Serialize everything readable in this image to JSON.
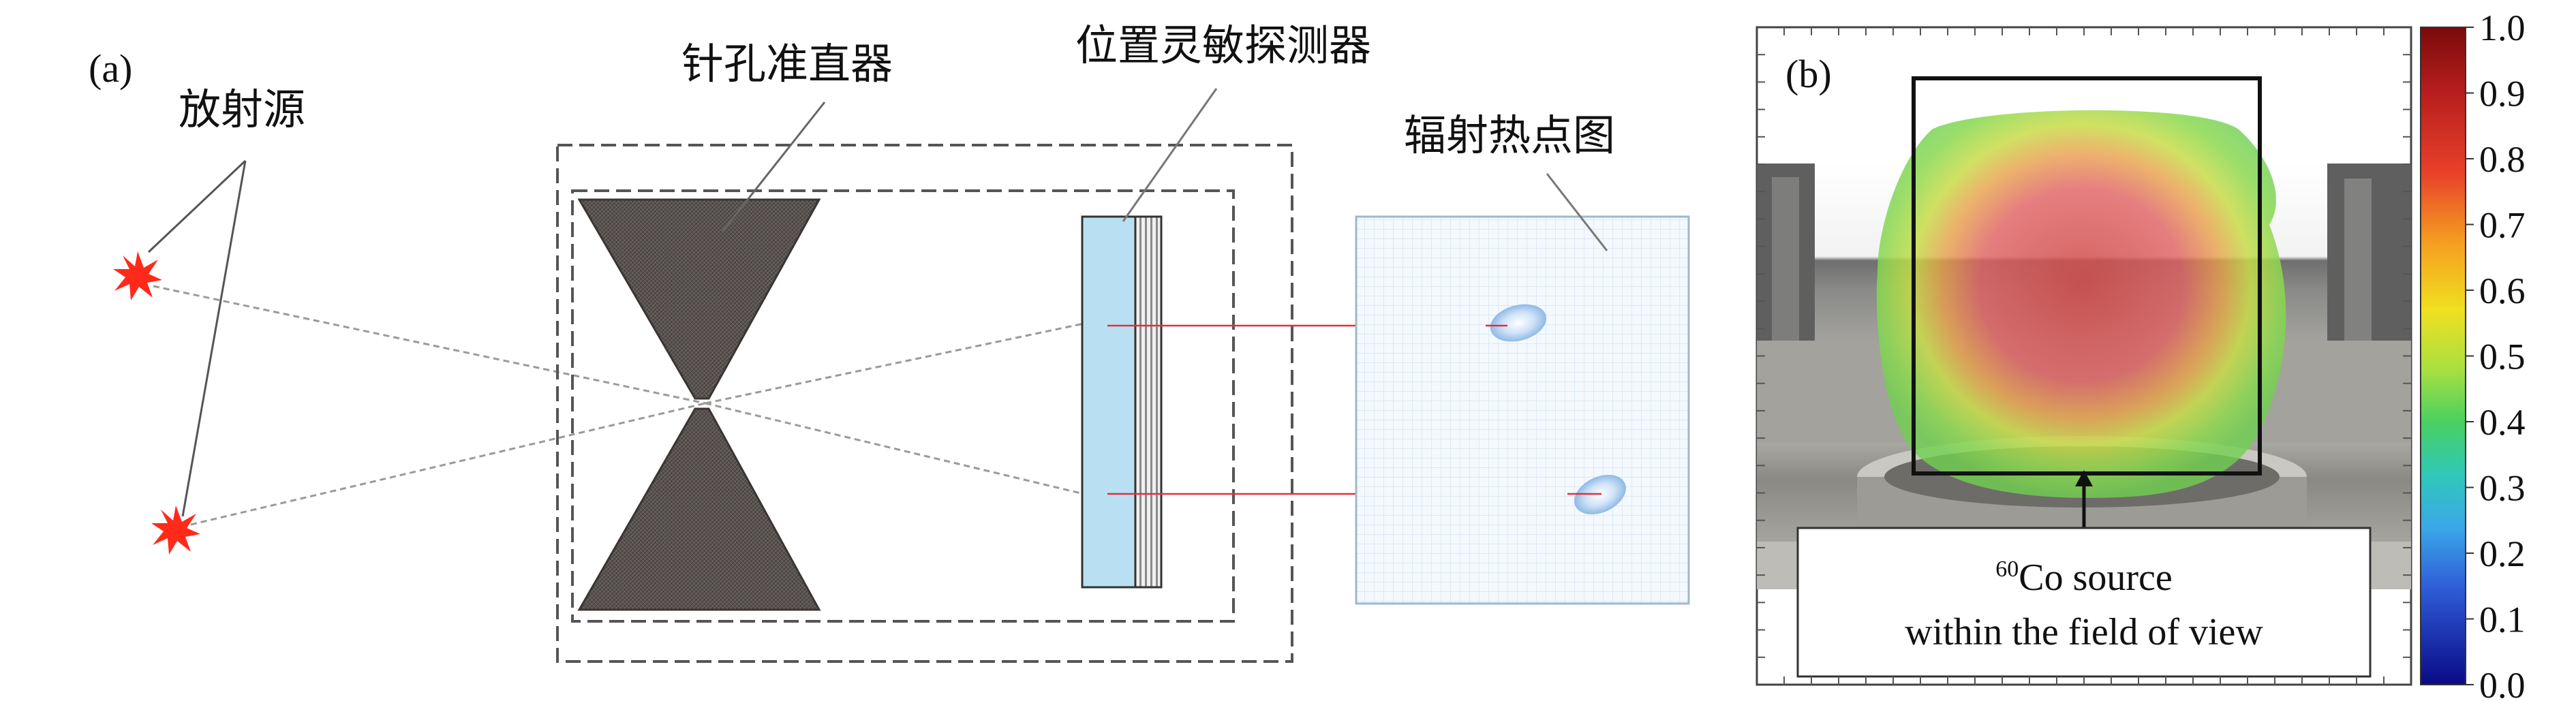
{
  "panel_a": {
    "label": "(a)",
    "source_label": "放射源",
    "collimator_label": "针孔准直器",
    "detector_label": "位置灵敏探测器",
    "hotspot_label": "辐射热点图"
  },
  "panel_b": {
    "label": "(b)",
    "annotation_superscript": "60",
    "annotation_line1_rest": "Co source",
    "annotation_line2": "within the field of view",
    "colorbar_ticks": [
      "1.0",
      "0.9",
      "0.8",
      "0.7",
      "0.6",
      "0.5",
      "0.4",
      "0.3",
      "0.2",
      "0.1",
      "0.0"
    ]
  },
  "colors": {
    "source_red": "#ff2a1a",
    "detector_blue": "#b9e0f2",
    "ray_red": "#e03040",
    "grid_blue": "#c8def0",
    "cone_dark": "#5a5452"
  }
}
